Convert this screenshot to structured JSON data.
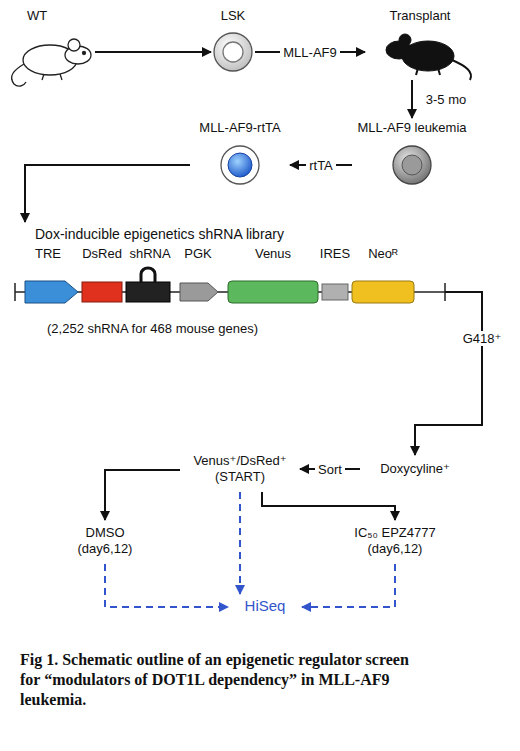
{
  "diagram": {
    "caption": "Fig 1. Schematic outline of an epigenetic regulator screen for “modulators of DOT1L dependency” in MLL-AF9 leukemia.",
    "nodes": [
      {
        "text": [
          "WT"
        ]
      },
      {
        "text": [
          "LSK"
        ]
      },
      {
        "text": [
          "Transplant"
        ]
      },
      {
        "text": [
          "MLL-AF9 leukemia"
        ]
      },
      {
        "text": [
          "MLL-AF9-rtTA"
        ]
      },
      {
        "text": [
          "Dox-inducible epigenetics shRNA library",
          "(2,252 shRNA for 468 mouse genes)"
        ]
      },
      {
        "text": [
          "Doxycyline⁺"
        ]
      },
      {
        "text": [
          "Venus⁺/DsRed⁺",
          "(START)"
        ]
      },
      {
        "text": [
          "DMSO",
          "(day6,12)"
        ]
      },
      {
        "text": [
          "IC₅₀ EPZ4777",
          "(day6,12)"
        ]
      },
      {
        "text": [
          "HiSeq"
        ]
      }
    ],
    "edges": [
      {
        "from": 0,
        "to": 1,
        "arrow": "to"
      },
      {
        "from": 1,
        "to": 2,
        "label": "MLL-AF9",
        "arrow": "to"
      },
      {
        "from": 2,
        "to": 3,
        "label": "3-5 mo",
        "arrow": "to"
      },
      {
        "from": 3,
        "to": 4,
        "label": "rtTA",
        "arrow": "to"
      },
      {
        "from": 4,
        "to": 5,
        "arrow": "to"
      },
      {
        "from": 5,
        "to": 6,
        "label": "G418⁺",
        "arrow": "to"
      },
      {
        "from": 6,
        "to": 7,
        "label": "Sort",
        "arrow": "to"
      },
      {
        "from": 7,
        "to": 8,
        "arrow": "to"
      },
      {
        "from": 7,
        "to": 9,
        "arrow": "to"
      },
      {
        "from": 7,
        "to": 10,
        "arrow": "to"
      },
      {
        "from": 8,
        "to": 10,
        "arrow": "to"
      },
      {
        "from": 9,
        "to": 10,
        "arrow": "to"
      }
    ],
    "labels": [
      "TRE",
      "DsRed",
      "shRNA",
      "PGK",
      "Venus",
      "IRES",
      "Neoᴿ"
    ]
  }
}
